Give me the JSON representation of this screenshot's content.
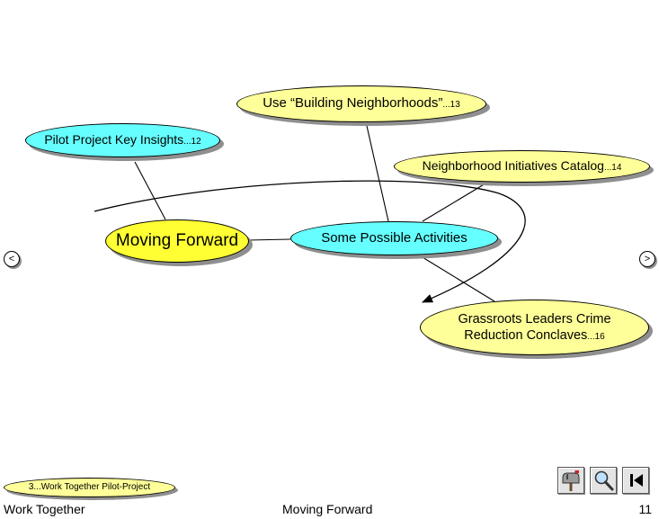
{
  "nodes": {
    "center": "Moving Forward",
    "activities": "Some Possible Activities",
    "pilot": {
      "label": "Pilot Project Key Insights",
      "ref": "...12"
    },
    "building": {
      "label": "Use “Building Neighborhoods”",
      "ref": "...13"
    },
    "catalog": {
      "label": "Neighborhood Initiatives Catalog",
      "ref": "...14"
    },
    "grassroots": {
      "line1": "Grassroots Leaders Crime",
      "line2": "Reduction Conclaves",
      "ref": "...16"
    }
  },
  "back_link": {
    "label": "3...Work Together Pilot-Project"
  },
  "navigation": {
    "prev_symbol": "<",
    "next_symbol": ">"
  },
  "controls": [
    "mailbox-icon",
    "magnifier-icon",
    "first-page-icon"
  ],
  "footer": {
    "left": "Work Together",
    "center": "Moving Forward",
    "page": "11"
  },
  "colors": {
    "yellow": "#ffff99",
    "cyan": "#66ffff",
    "center_yellow": "#ffff33"
  }
}
